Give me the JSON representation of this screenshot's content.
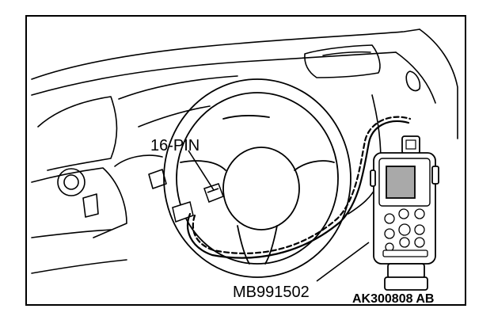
{
  "labels": {
    "connector": "16-PIN",
    "cable_tool": "MB991502",
    "figure_code": "AK300808 AB"
  },
  "colors": {
    "line": "#000000",
    "background": "#ffffff",
    "screen": "#a9a9a9"
  }
}
